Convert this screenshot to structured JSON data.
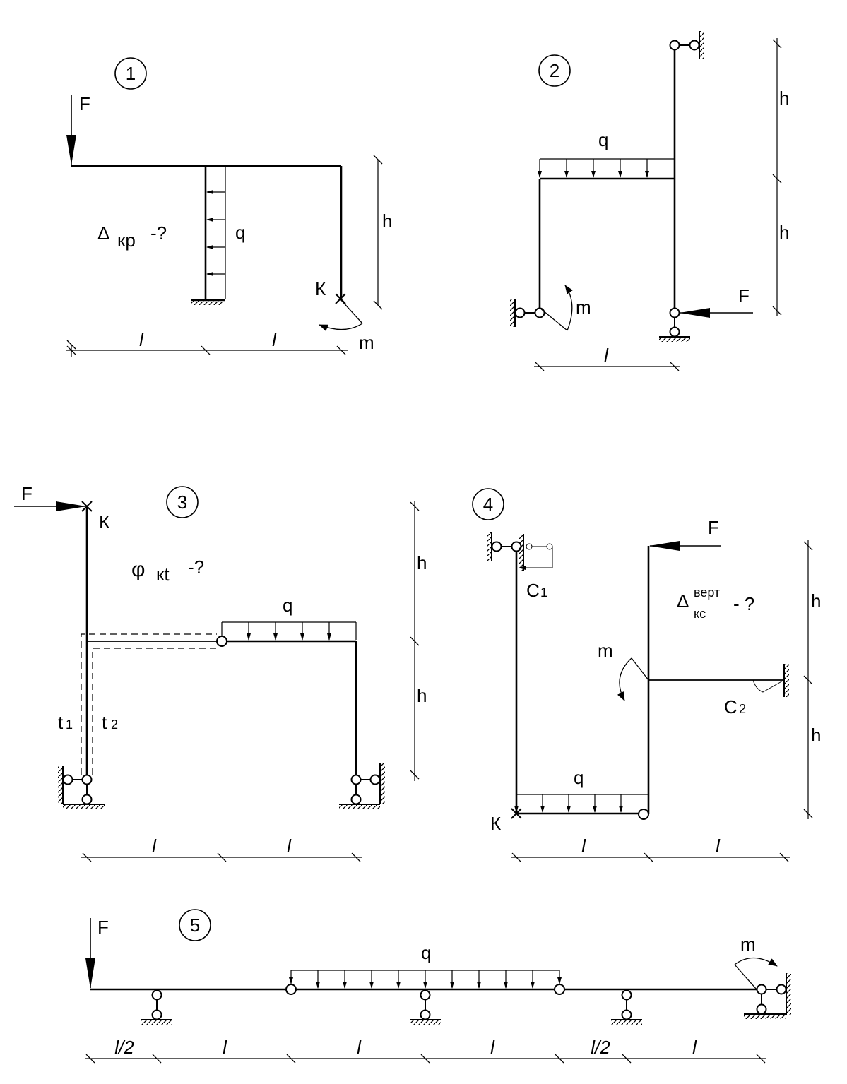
{
  "diagrams": [
    {
      "number": "1",
      "load_F": "F",
      "load_q": "q",
      "moment_m": "m",
      "point_k": "К",
      "query": {
        "symbol": "Δ",
        "subscript": "кр",
        "suffix": "-?"
      },
      "dim_h": "h",
      "dims_l": [
        "l",
        "l"
      ]
    },
    {
      "number": "2",
      "load_F": "F",
      "load_q": "q",
      "moment_m": "m",
      "dims_h": [
        "h",
        "h"
      ],
      "dim_l": "l"
    },
    {
      "number": "3",
      "load_F": "F",
      "load_q": "q",
      "point_k": "К",
      "query": {
        "symbol": "φ",
        "subscript": "кt",
        "suffix": "-?"
      },
      "temp_1": {
        "symbol": "t",
        "subscript": "1"
      },
      "temp_2": {
        "symbol": "t",
        "subscript": "2"
      },
      "dims_h": [
        "h",
        "h"
      ],
      "dims_l": [
        "l",
        "l"
      ]
    },
    {
      "number": "4",
      "load_F": "F",
      "load_q": "q",
      "moment_m": "m",
      "point_k": "К",
      "settlement_1": {
        "symbol": "C",
        "subscript": "1"
      },
      "settlement_2": {
        "symbol": "C",
        "subscript": "2"
      },
      "query": {
        "symbol": "Δ",
        "superscript": "верт",
        "subscript": "кс",
        "suffix": "- ?"
      },
      "dims_h": [
        "h",
        "h"
      ],
      "dims_l": [
        "l",
        "l"
      ]
    },
    {
      "number": "5",
      "load_F": "F",
      "load_q": "q",
      "moment_m": "m",
      "dims_l": [
        "l/2",
        "l",
        "l",
        "l",
        "l/2",
        "l"
      ]
    }
  ]
}
